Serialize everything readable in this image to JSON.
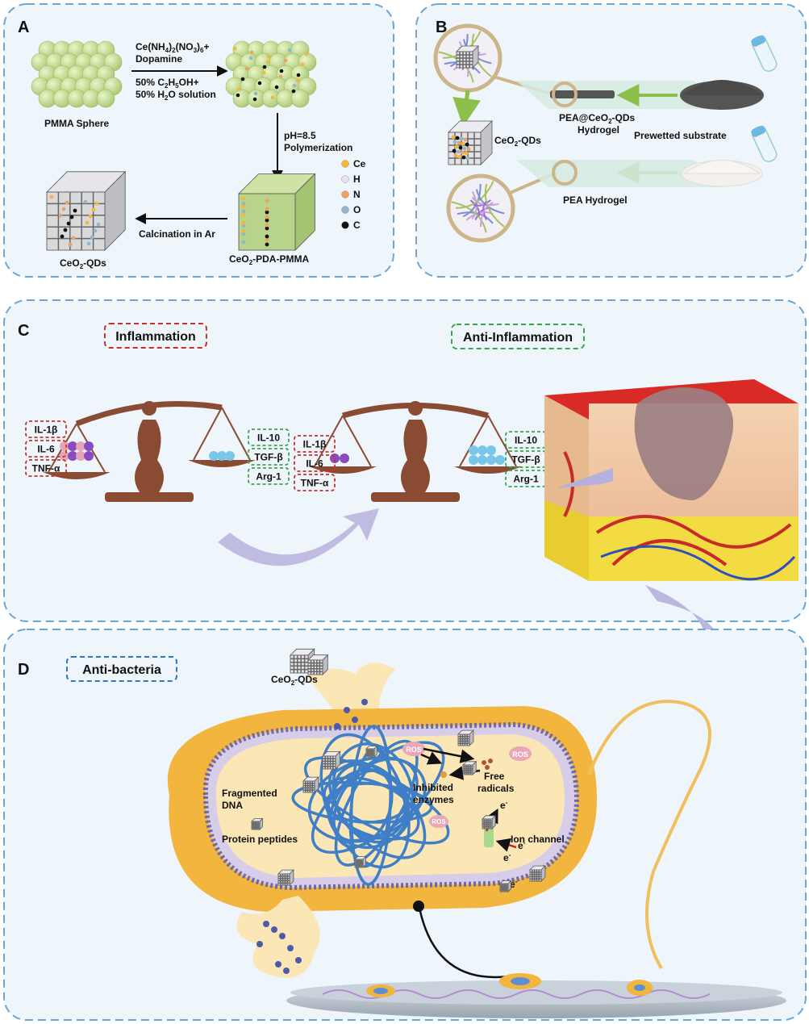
{
  "panels": {
    "A": {
      "letter": "A",
      "pmma_sphere": "PMMA Sphere",
      "reagent_line1": "Ce(NH",
      "reagent_sub1": "4",
      "reagent_mid": ")",
      "reagent_sub2": "2",
      "reagent_mid2": "(NO",
      "reagent_sub3": "3",
      "reagent_mid3": ")",
      "reagent_sub4": "6",
      "reagent_plus": "+",
      "reagent_line2": "Dopamine",
      "solvent_1a": "50% C",
      "solvent_1sub1": "2",
      "solvent_1b": "H",
      "solvent_1sub2": "5",
      "solvent_1c": "OH+",
      "solvent_2a": "50% H",
      "solvent_2sub": "2",
      "solvent_2b": "O solution",
      "ph_label": "pH=8.5",
      "polymerization": "Polymerization",
      "legend": [
        "Ce",
        "H",
        "N",
        "O",
        "C"
      ],
      "legend_colors": [
        "#f2b83a",
        "#e6e0f0",
        "#f0a060",
        "#8fb8c8",
        "#111111"
      ],
      "calcination": "Calcination in Ar",
      "ceo2_qds_a": "CeO",
      "ceo2_qds_a_sub": "2",
      "ceo2_qds_a_tail": "-QDs",
      "ceo2_pda": "CeO",
      "ceo2_pda_sub": "2",
      "ceo2_pda_tail": "-PDA-PMMA"
    },
    "B": {
      "letter": "B",
      "pea_ceo2_1": "PEA@CeO",
      "pea_ceo2_sub": "2",
      "pea_ceo2_2": "-QDs",
      "pea_ceo2_3": "Hydrogel",
      "prewetted": "Prewetted substrate",
      "ceo2_qds": "CeO",
      "ceo2_qds_sub": "2",
      "ceo2_qds_tail": "-QDs",
      "pea_hydrogel": "PEA Hydrogel"
    },
    "C": {
      "letter": "C",
      "inflammation": "Inflammation",
      "anti_inflammation": "Anti-Inflammation",
      "pro_cytokines": [
        "IL-1β",
        "IL-6",
        "TNF-α"
      ],
      "anti_cytokines": [
        "IL-10",
        "TGF-β",
        "Arg-1"
      ]
    },
    "D": {
      "letter": "D",
      "anti_bacteria": "Anti-bacteria",
      "ceo2_qds": "CeO",
      "ceo2_qds_sub": "2",
      "ceo2_qds_tail": "-QDs",
      "fragmented_dna_1": "Fragmented",
      "fragmented_dna_2": "DNA",
      "protein_peptides": "Protein peptides",
      "inhibited_1": "Inhibited",
      "inhibited_2": "enzymes",
      "free_1": "Free",
      "free_2": "radicals",
      "ion_channel": "Ion channel",
      "ros": "ROS",
      "electron": "e",
      "electron_sup": "-"
    }
  },
  "colors": {
    "panel_border": "#6aa6d8",
    "panel_bg": "#eaf3fb",
    "scale_brown": "#8a4b33",
    "red_box": "#c8302a",
    "green_box": "#3aa64a",
    "blue_box": "#2e78c0",
    "big_arrow": "#b6b0dc",
    "bacteria_outer": "#f2b53e",
    "bacteria_inner": "#fbe6b5",
    "membrane": "#6e6aa8",
    "dna": "#3f7fc8"
  }
}
